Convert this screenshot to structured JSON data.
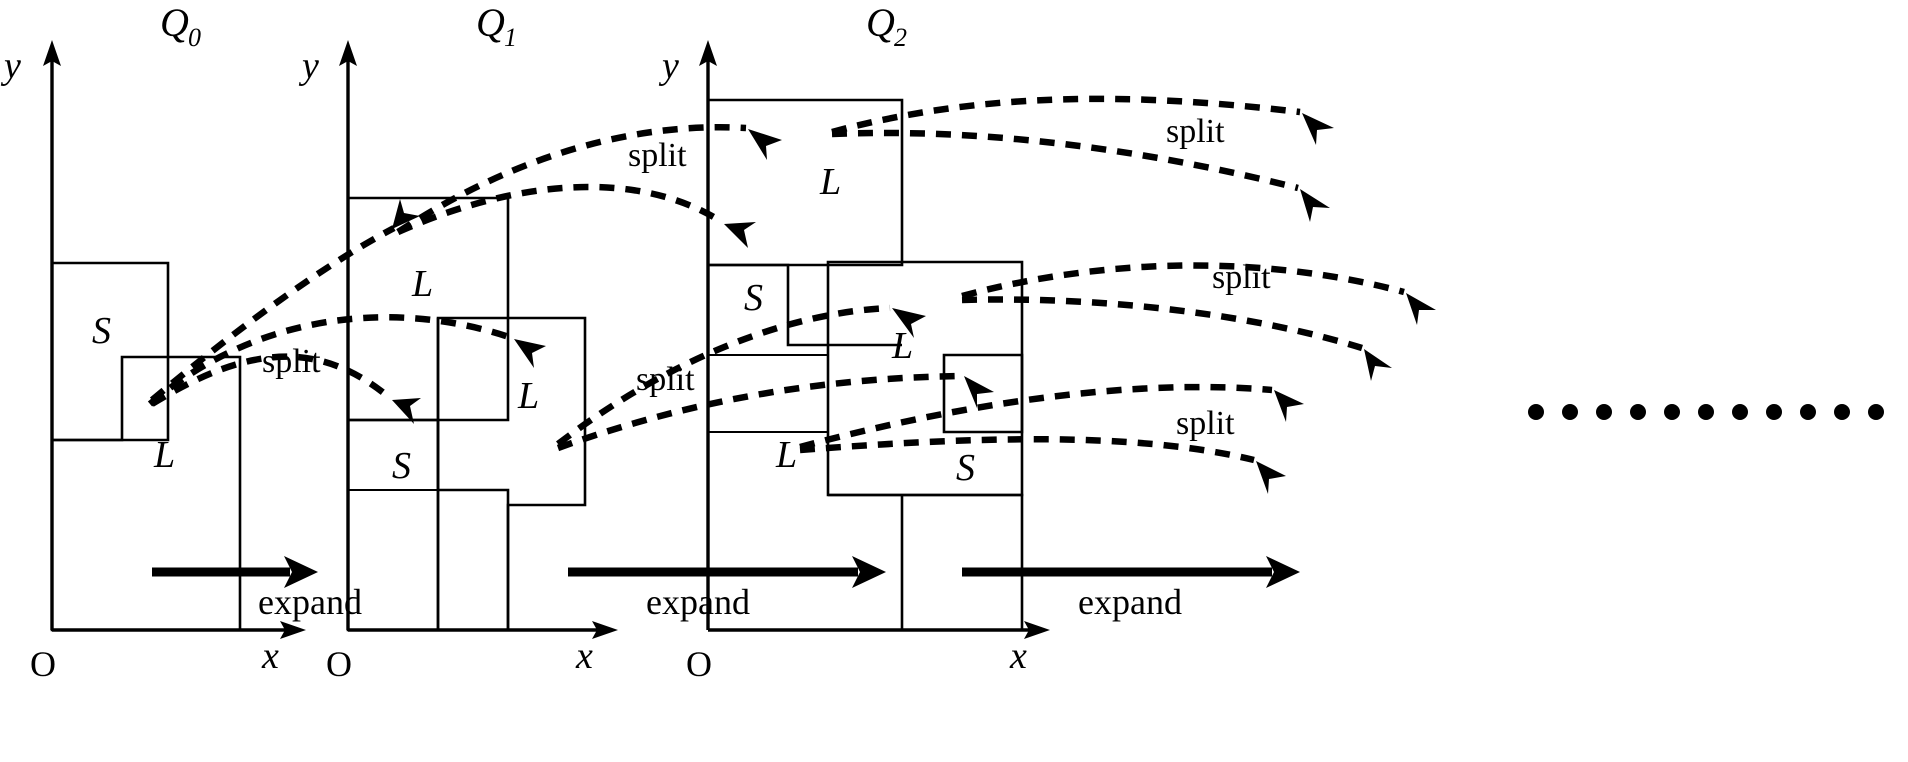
{
  "figure": {
    "kind": "recursive-partition-diagram",
    "background_color": "#ffffff",
    "ink_color": "#000000"
  },
  "panels": [
    {
      "id": "Q0",
      "title_base": "Q",
      "title_sub": "0",
      "y_axis_label": "y",
      "x_axis_label": "x",
      "origin_label": "O",
      "region_labels": [
        {
          "name": "S",
          "text": "S"
        },
        {
          "name": "L",
          "text": "L"
        }
      ]
    },
    {
      "id": "Q1",
      "title_base": "Q",
      "title_sub": "1",
      "y_axis_label": "y",
      "x_axis_label": "x",
      "origin_label": "O",
      "region_labels": [
        {
          "name": "L",
          "text": "L"
        },
        {
          "name": "S",
          "text": "S"
        },
        {
          "name": "L2",
          "text": "L"
        }
      ]
    },
    {
      "id": "Q2",
      "title_base": "Q",
      "title_sub": "2",
      "y_axis_label": "y",
      "x_axis_label": "x",
      "origin_label": "O",
      "region_labels": [
        {
          "name": "L-top",
          "text": "L"
        },
        {
          "name": "S-left",
          "text": "S"
        },
        {
          "name": "L-mid",
          "text": "L"
        },
        {
          "name": "L-bottom",
          "text": "L"
        },
        {
          "name": "S-bottom",
          "text": "S"
        }
      ]
    }
  ],
  "split_labels": [
    {
      "id": "split-q0-q1",
      "text": "split"
    },
    {
      "id": "split-q1-q2-upper",
      "text": "split"
    },
    {
      "id": "split-q1-q2-lower",
      "text": "split"
    },
    {
      "id": "split-q2-out-1",
      "text": "split"
    },
    {
      "id": "split-q2-out-2",
      "text": "split"
    },
    {
      "id": "split-q2-out-3",
      "text": "split"
    }
  ],
  "expand_arrows": [
    {
      "id": "expand-1",
      "label": "expand"
    },
    {
      "id": "expand-2",
      "label": "expand"
    },
    {
      "id": "expand-3",
      "label": "expand"
    }
  ],
  "ellipsis": {
    "id": "continuation-dots",
    "dot_count": 11
  }
}
